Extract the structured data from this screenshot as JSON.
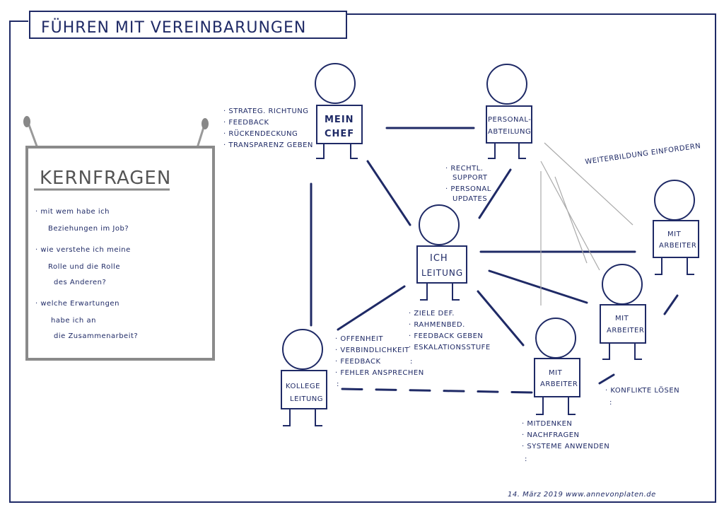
{
  "title": "FÜHREN MIT VEREINBARUNGEN",
  "kernfragen": {
    "heading": "KERNFRAGEN",
    "q1_line1": "· mit wem habe ich",
    "q1_line2": "Beziehungen im Job?",
    "q2_line1": "· wie verstehe ich meine",
    "q2_line2": "Rolle und die Rolle",
    "q2_line3": "des Anderen?",
    "q3_line1": "· welche Erwartungen",
    "q3_line2": "habe ich an",
    "q3_line3": "die Zusammenarbeit?"
  },
  "persons": {
    "chef": {
      "line1": "MEIN",
      "line2": "CHEF"
    },
    "personal": {
      "line1": "PERSONAL-",
      "line2": "ABTEILUNG"
    },
    "ich": {
      "line1": "ICH",
      "line2": "LEITUNG"
    },
    "kollege": {
      "line1": "KOLLEGE",
      "line2": "LEITUNG"
    },
    "ma_right": {
      "line1": "MIT",
      "line2": "ARBEITER"
    },
    "ma_mid": {
      "line1": "MIT",
      "line2": "ARBEITER"
    },
    "ma_bottom": {
      "line1": "MIT",
      "line2": "ARBEITER"
    }
  },
  "notes": {
    "chef": [
      "· STRATEG. RICHTUNG",
      "· FEEDBACK",
      "· RÜCKENDECKUNG",
      "· TRANSPARENZ GEBEN"
    ],
    "personal": [
      "· RECHTL.",
      "SUPPORT",
      "· PERSONAL",
      "UPDATES"
    ],
    "weiter": "WEITERBILDUNG EINFORDERN",
    "ich": [
      "· ZIELE DEF.",
      "· RAHMENBED.",
      "· FEEDBACK GEBEN",
      "· ESKALATIONSSTUFE",
      ":"
    ],
    "kollege": [
      "· OFFENHEIT",
      "· VERBINDLICHKEIT",
      "· FEEDBACK",
      "· FEHLER ANSPRECHEN",
      ":"
    ],
    "konflikte": [
      "· KONFLIKTE LÖSEN",
      ":"
    ],
    "mitarbeiter": [
      "· MITDENKEN",
      "· NACHFRAGEN",
      "· SYSTEME ANWENDEN",
      ":"
    ]
  },
  "footer": "14. März 2019 www.annevonplaten.de",
  "colors": {
    "ink": "#1f2a66",
    "grey": "#aaaaaa"
  }
}
